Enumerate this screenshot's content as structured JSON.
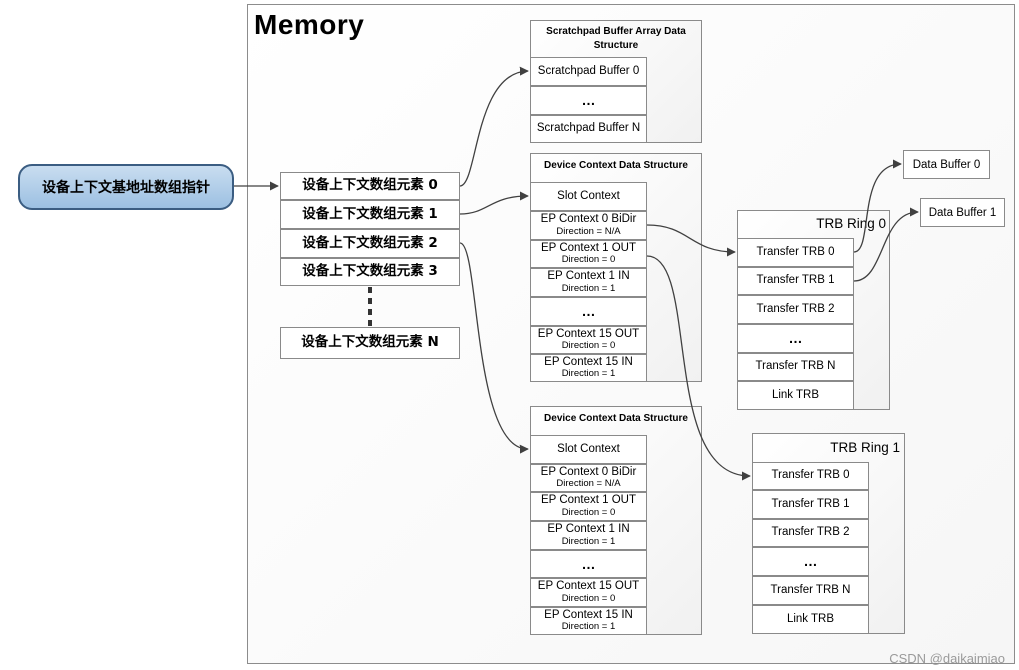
{
  "memory_title": "Memory",
  "base_array_label": "设备上下文基地址数组指针",
  "array_elements": [
    "设备上下文数组元素 0",
    "设备上下文数组元素 1",
    "设备上下文数组元素 2",
    "设备上下文数组元素 3"
  ],
  "array_element_n": "设备上下文数组元素 N",
  "scratchpad": {
    "title": "Scratchpad Buffer Array Data Structure",
    "cells": [
      "Scratchpad Buffer 0",
      "…",
      "Scratchpad Buffer N"
    ]
  },
  "device_contexts": [
    {
      "title": "Device Context Data Structure",
      "cells": [
        {
          "main": "Slot Context",
          "sub": ""
        },
        {
          "main": "EP Context 0 BiDir",
          "sub": "Direction = N/A"
        },
        {
          "main": "EP Context 1 OUT",
          "sub": "Direction = 0"
        },
        {
          "main": "EP Context 1 IN",
          "sub": "Direction = 1"
        },
        {
          "main": "…",
          "sub": ""
        },
        {
          "main": "EP Context 15 OUT",
          "sub": "Direction = 0"
        },
        {
          "main": "EP Context 15 IN",
          "sub": "Direction = 1"
        }
      ]
    },
    {
      "title": "Device Context Data Structure",
      "cells": [
        {
          "main": "Slot Context",
          "sub": ""
        },
        {
          "main": "EP Context 0 BiDir",
          "sub": "Direction = N/A"
        },
        {
          "main": "EP Context 1 OUT",
          "sub": "Direction = 0"
        },
        {
          "main": "EP Context 1 IN",
          "sub": "Direction = 1"
        },
        {
          "main": "…",
          "sub": ""
        },
        {
          "main": "EP Context 15 OUT",
          "sub": "Direction = 0"
        },
        {
          "main": "EP Context 15 IN",
          "sub": "Direction = 1"
        }
      ]
    }
  ],
  "trb_rings": [
    {
      "title": "TRB Ring 0",
      "cells": [
        "Transfer TRB 0",
        "Transfer TRB 1",
        "Transfer TRB 2",
        "…",
        "Transfer TRB N",
        "Link TRB"
      ]
    },
    {
      "title": "TRB Ring 1",
      "cells": [
        "Transfer TRB 0",
        "Transfer TRB 1",
        "Transfer TRB 2",
        "…",
        "Transfer TRB N",
        "Link TRB"
      ]
    }
  ],
  "data_buffers": [
    "Data Buffer 0",
    "Data Buffer 1"
  ],
  "watermark": "CSDN @daikaimiao",
  "colors": {
    "pill_fill": "#a9c8e8",
    "pill_border": "#3b5d82",
    "arrow": "#404040"
  }
}
